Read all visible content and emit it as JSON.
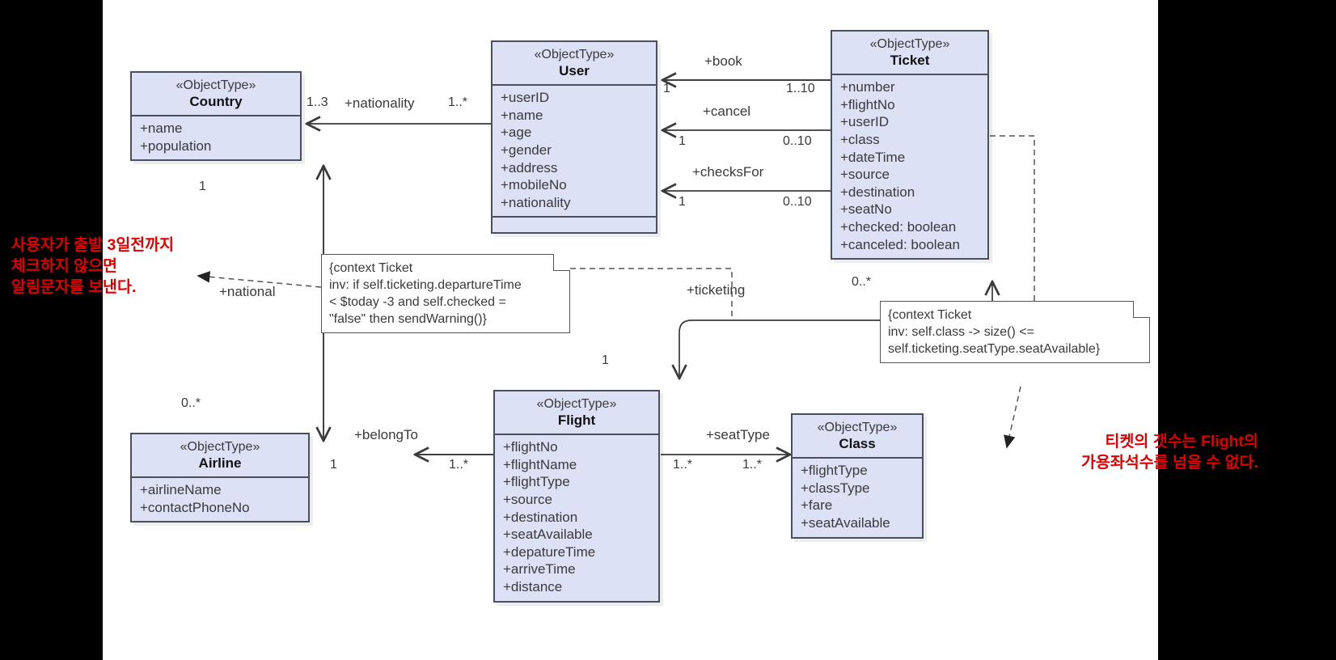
{
  "diagram": {
    "title": "Airline Ticketing UML Class Diagram",
    "stereotype": "«ObjectType»",
    "colors": {
      "node_fill": "#dce1f5",
      "node_border": "#4a4f5e",
      "annotation": "#e00000",
      "canvas": "#ffffff",
      "letterbox": "#000000"
    }
  },
  "classes": {
    "country": {
      "stereotype": "«ObjectType»",
      "name": "Country",
      "attributes": [
        "+name",
        "+population"
      ]
    },
    "user": {
      "stereotype": "«ObjectType»",
      "name": "User",
      "attributes": [
        "+userID",
        "+name",
        "+age",
        "+gender",
        "+address",
        "+mobileNo",
        "+nationality"
      ]
    },
    "ticket": {
      "stereotype": "«ObjectType»",
      "name": "Ticket",
      "attributes": [
        "+number",
        "+flightNo",
        "+userID",
        "+class",
        "+dateTime",
        "+source",
        "+destination",
        "+seatNo",
        "+checked: boolean",
        "+canceled: boolean"
      ]
    },
    "flight": {
      "stereotype": "«ObjectType»",
      "name": "Flight",
      "attributes": [
        "+flightNo",
        "+flightName",
        "+flightType",
        "+source",
        "+destination",
        "+seatAvailable",
        "+depatureTime",
        "+arriveTime",
        "+distance"
      ]
    },
    "airline": {
      "stereotype": "«ObjectType»",
      "name": "Airline",
      "attributes": [
        "+airlineName",
        "+contactPhoneNo"
      ]
    },
    "klass": {
      "stereotype": "«ObjectType»",
      "name": "Class",
      "attributes": [
        "+flightType",
        "+classType",
        "+fare",
        "+seatAvailable"
      ]
    }
  },
  "associations": {
    "nationality": {
      "label": "+nationality",
      "source_mult": "1..*",
      "target_mult": "1..3"
    },
    "book": {
      "label": "+book",
      "source_mult": "1",
      "target_mult": "1..10"
    },
    "cancel": {
      "label": "+cancel",
      "source_mult": "1",
      "target_mult": "0..10"
    },
    "checksFor": {
      "label": "+checksFor",
      "source_mult": "1",
      "target_mult": "0..10"
    },
    "ticketing": {
      "label": "+ticketing",
      "source_mult": "1",
      "target_mult": "0..*"
    },
    "national": {
      "label": "+national",
      "source_mult": "0..*",
      "target_mult": "1"
    },
    "belongTo": {
      "label": "+belongTo",
      "source_mult": "1",
      "target_mult": "1..*"
    },
    "seatType": {
      "label": "+seatType",
      "source_mult": "1..*",
      "target_mult": "1..*"
    }
  },
  "notes": {
    "warning_ocl": {
      "lines": [
        "{context Ticket",
        "inv: if self.ticketing.departureTime",
        "< $today -3 and self.checked =",
        "\"false\" then  sendWarning()}"
      ]
    },
    "seat_ocl": {
      "lines": [
        "{context Ticket",
        "inv: self.class -> size() <=",
        "self.ticketing.seatType.seatAvailable}"
      ]
    }
  },
  "annotations": {
    "warning_kr": {
      "lines": [
        "사용자가 출발 3일전까지",
        "체크하지 않으면",
        "알림문자를 보낸다."
      ]
    },
    "seat_kr": {
      "lines": [
        "티켓의 갯수는 Flight의",
        "가용좌석수를 넘을 수 없다."
      ]
    }
  }
}
